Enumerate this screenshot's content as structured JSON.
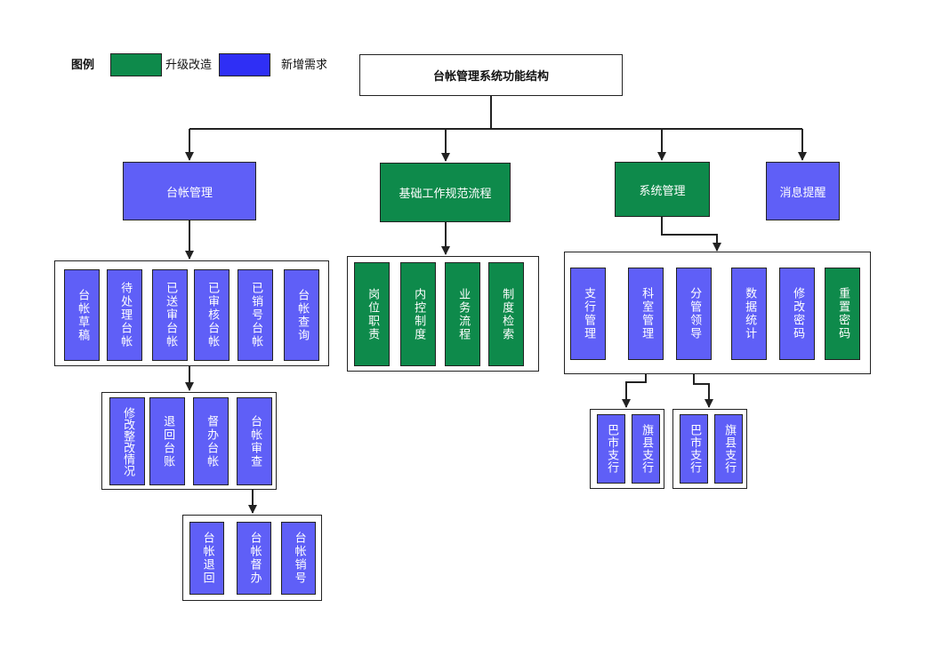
{
  "legend": {
    "title": "图例",
    "upgrade_label": "升级改造",
    "new_label": "新增需求",
    "upgrade_color": "#0e8a4b",
    "new_color": "#5f5ff7"
  },
  "root": "台帐管理系统功能结构",
  "modules": {
    "ledger": "台帐管理",
    "workflow": "基础工作规范流程",
    "system": "系统管理",
    "message": "消息提醒"
  },
  "ledger_items": [
    "台帐草稿",
    "待处理台帐",
    "已送审台帐",
    "已审核台帐",
    "已销号台帐",
    "台帐查询"
  ],
  "review_items": [
    "修改整改情况",
    "退回台账",
    "督办台帐",
    "台帐审查"
  ],
  "audit_items": [
    "台帐退回",
    "台帐督办",
    "台帐销号"
  ],
  "workflow_items": [
    "岗位职责",
    "内控制度",
    "业务流程",
    "制度检索"
  ],
  "system_items": [
    "支行管理",
    "科室管理",
    "分管领导",
    "数据统计",
    "修改密码",
    "重置密码"
  ],
  "dept_items": [
    "巴市支行",
    "旗县支行"
  ],
  "leader_items": [
    "巴市支行",
    "旗县支行"
  ]
}
